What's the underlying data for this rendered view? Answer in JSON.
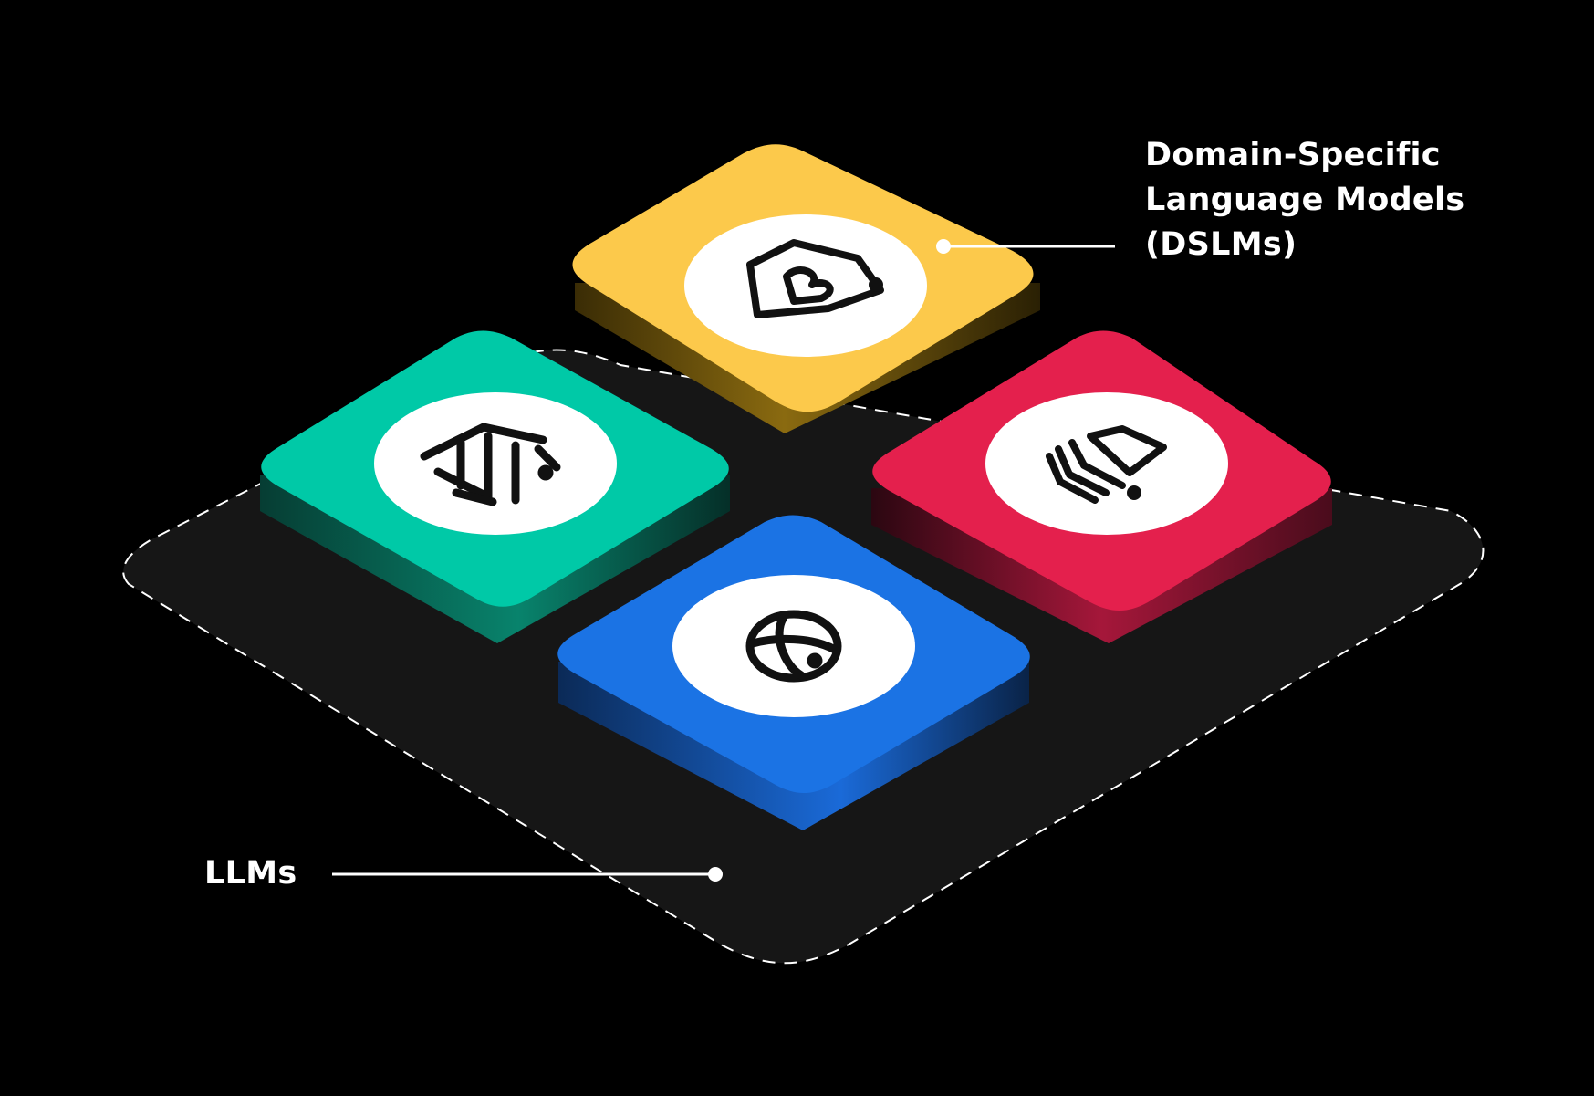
{
  "labels": {
    "dslm_lines": [
      "Domain-Specific",
      "Language Models",
      "(DSLMs)"
    ],
    "llm": "LLMs"
  },
  "colors": {
    "background": "#000000",
    "base_platform": "#161616",
    "tile_yellow": "#FCC94B",
    "tile_teal": "#00C9A7",
    "tile_red": "#E4204D",
    "tile_blue": "#1B73E4",
    "disc": "#FFFFFF",
    "icon_stroke": "#111111",
    "line": "#FFFFFF"
  },
  "tiles": [
    {
      "id": "yellow",
      "color_key": "tile_yellow",
      "icon": "shield-heart-icon"
    },
    {
      "id": "teal",
      "color_key": "tile_teal",
      "icon": "bank-building-icon"
    },
    {
      "id": "red",
      "color_key": "tile_red",
      "icon": "stacked-layers-icon"
    },
    {
      "id": "blue",
      "color_key": "tile_blue",
      "icon": "globe-icon"
    }
  ]
}
